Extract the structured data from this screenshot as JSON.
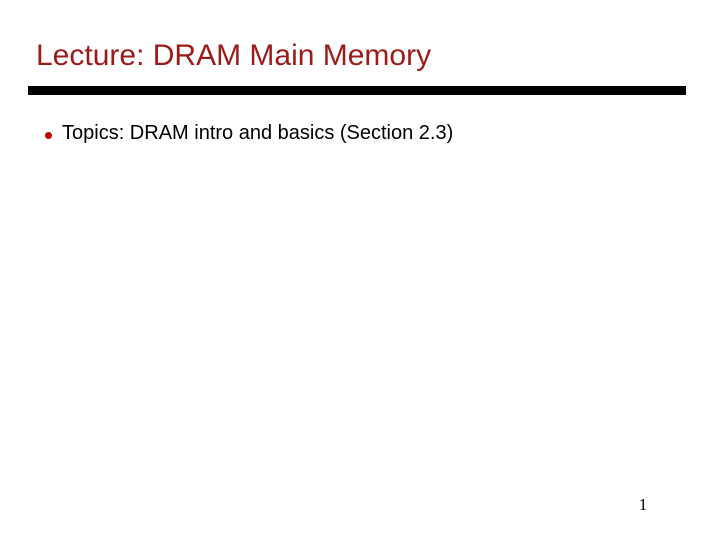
{
  "slide": {
    "title": "Lecture: DRAM Main Memory",
    "page_number": "1",
    "colors": {
      "title_red": "#9b1b1b",
      "bullet_red": "#c00000",
      "rule_black": "#000000",
      "body_text": "#000000",
      "background": "#ffffff"
    },
    "body": {
      "bullets": [
        {
          "marker": "bullet-dot",
          "text": "Topics: DRAM intro and basics (Section 2.3)"
        }
      ]
    }
  }
}
